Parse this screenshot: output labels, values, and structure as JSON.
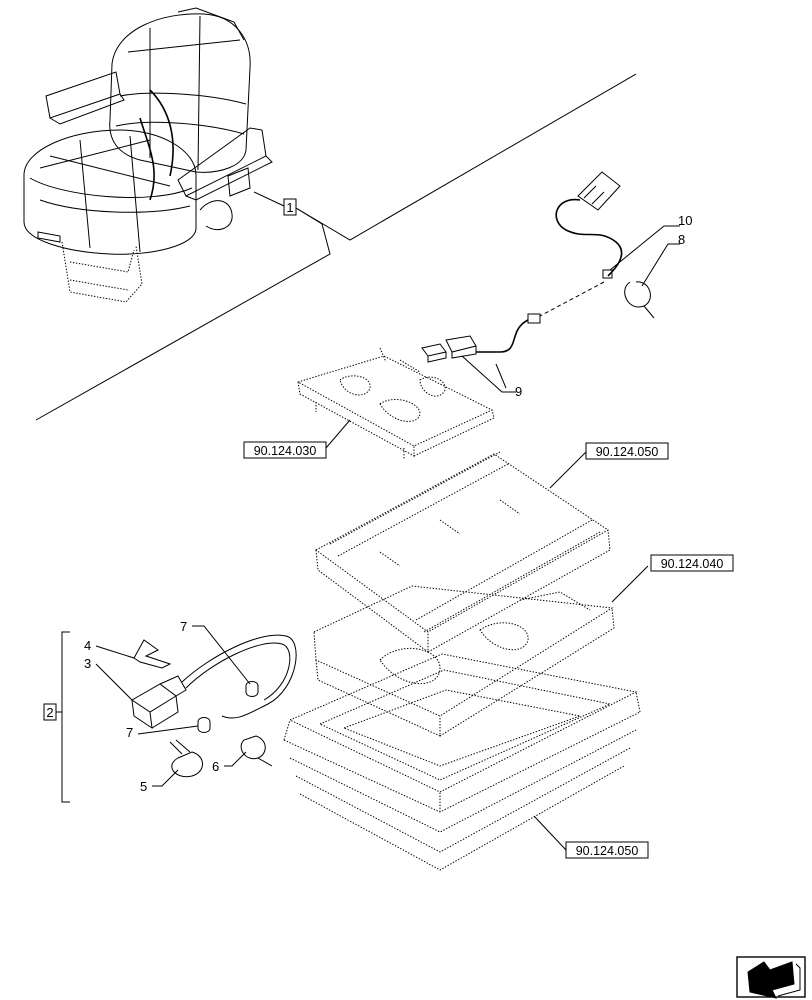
{
  "callouts": {
    "c1": "1",
    "c2": "2",
    "c3": "3",
    "c4": "4",
    "c5": "5",
    "c6": "6",
    "c7a": "7",
    "c7b": "7",
    "c8": "8",
    "c9": "9",
    "c10": "10"
  },
  "refs": {
    "r_030": "90.124.030",
    "r_050_top": "90.124.050",
    "r_040": "90.124.040",
    "r_050_bottom": "90.124.050"
  },
  "icons": {
    "nav": "next-page-arrow-icon"
  }
}
